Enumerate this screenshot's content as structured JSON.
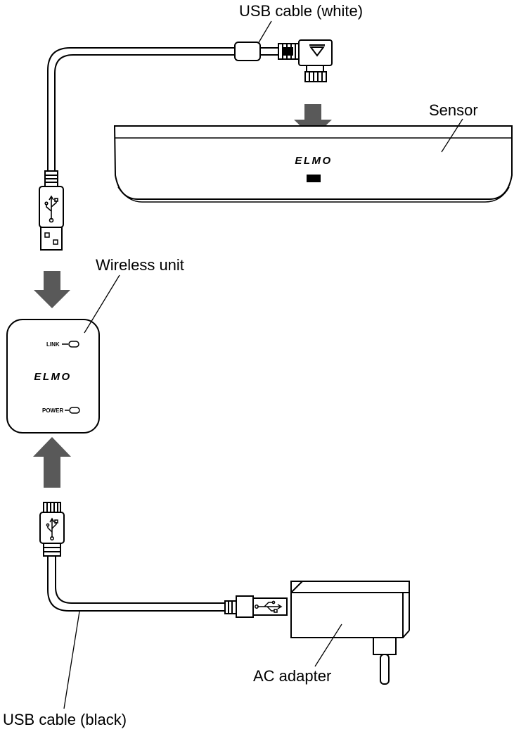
{
  "labels": {
    "usb_white": "USB cable (white)",
    "sensor": "Sensor",
    "wireless_unit": "Wireless unit",
    "usb_black": "USB cable (black)",
    "ac_adapter": "AC adapter"
  },
  "sensor_brand": "ELMO",
  "wireless_unit_brand": "ELMO",
  "wireless_unit_indicators": {
    "link": "LINK",
    "power": "POWER"
  },
  "colors": {
    "arrow": "#595959",
    "line": "#000000"
  }
}
